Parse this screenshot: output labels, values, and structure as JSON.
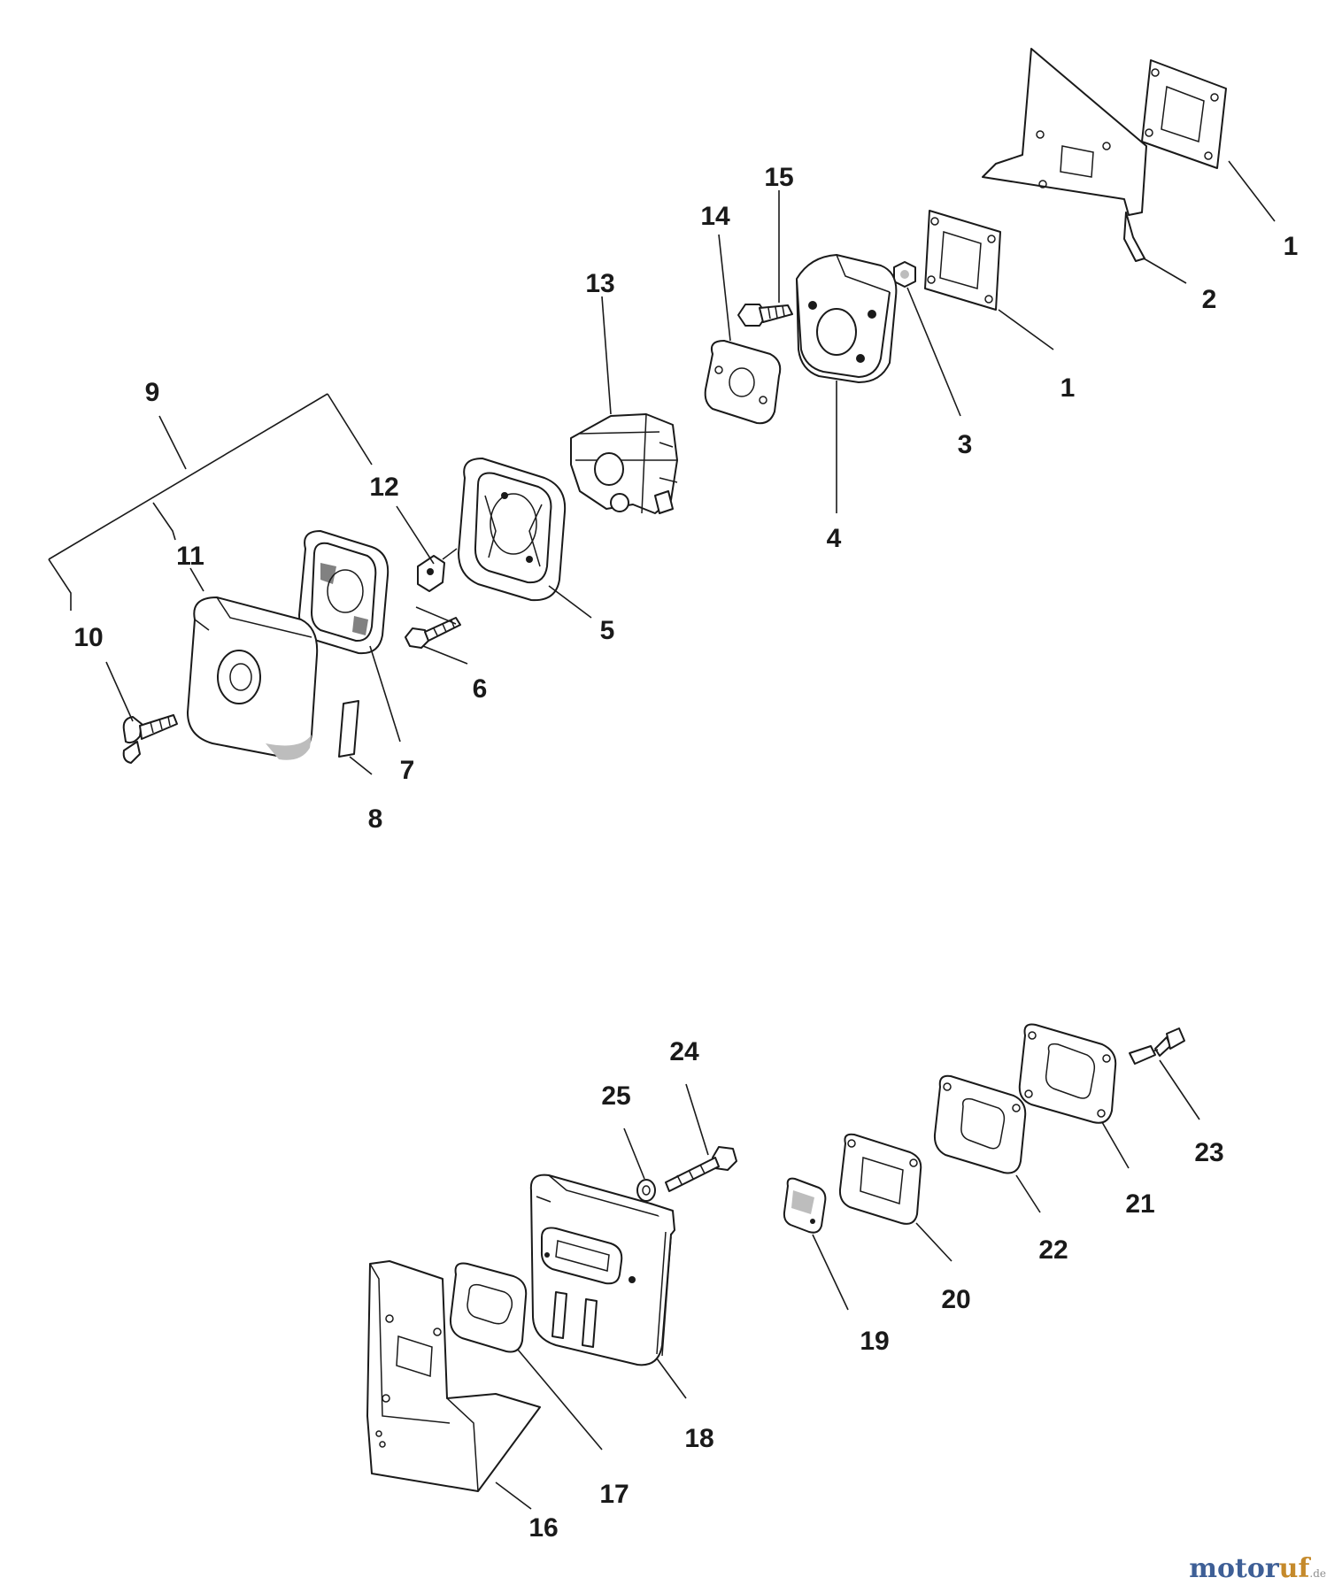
{
  "diagram": {
    "labels": {
      "p1a": "1",
      "p1b": "1",
      "p2": "2",
      "p3": "3",
      "p4": "4",
      "p5": "5",
      "p6": "6",
      "p7": "7",
      "p8": "8",
      "p9": "9",
      "p10": "10",
      "p11": "11",
      "p12": "12",
      "p13": "13",
      "p14": "14",
      "p15": "15",
      "p16": "16",
      "p17": "17",
      "p18": "18",
      "p19": "19",
      "p20": "20",
      "p21": "21",
      "p22": "22",
      "p23": "23",
      "p24": "24",
      "p25": "25"
    }
  },
  "watermark": {
    "text_a": "motor",
    "text_b": "uf",
    "tld": ".de"
  }
}
